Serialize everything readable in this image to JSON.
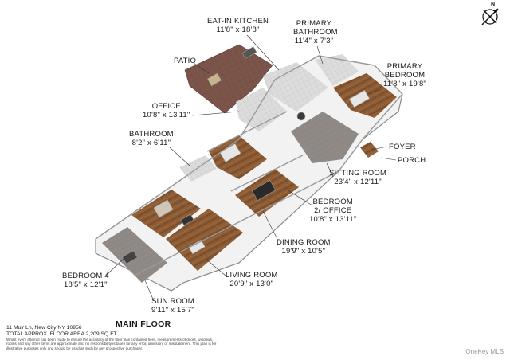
{
  "compass": {
    "north_label": "N"
  },
  "rooms": [
    {
      "name": "EAT-IN KITCHEN",
      "dim": "11'8\" x 18'8\""
    },
    {
      "name": "PRIMARY BATHROOM",
      "dim": "11'4\" x 7'3\""
    },
    {
      "name": "PRIMARY BEDROOM",
      "dim": "11'8\" x 19'8\""
    },
    {
      "name": "PATIO",
      "dim": ""
    },
    {
      "name": "OFFICE",
      "dim": "10'8\" x 13'11\""
    },
    {
      "name": "BATHROOM",
      "dim": "8'2\" x 6'11\""
    },
    {
      "name": "FOYER",
      "dim": ""
    },
    {
      "name": "PORCH",
      "dim": ""
    },
    {
      "name": "SITTING ROOM",
      "dim": "23'4\" x 12'11\""
    },
    {
      "name": "BEDROOM 2/ OFFICE",
      "dim": "10'8\" x 13'11\""
    },
    {
      "name": "DINING ROOM",
      "dim": "19'9\" x 10'5\""
    },
    {
      "name": "LIVING ROOM",
      "dim": "20'9\" x 13'0\""
    },
    {
      "name": "BEDROOM 4",
      "dim": "18'5\" x 12'1\""
    },
    {
      "name": "SUN ROOM",
      "dim": "9'11\" x 15'7\""
    }
  ],
  "footer": {
    "address": "11 Muir Ln, New City NY 10956",
    "area": "TOTAL APPROX. FLOOR AREA 2,209 SQ.FT",
    "disclaimer": "Whilst every attempt has been made to ensure the accuracy of the floor plan contained here, measurements of doors, windows, rooms and any other items are approximate and no responsibility is taken for any error, omission, or misstatement. This plan is for illustrative purposes only and should be used as such by any prospective purchaser."
  },
  "floor_title": "MAIN FLOOR",
  "credit": "OneKey MLS",
  "colors": {
    "wall": "#f4f4f4",
    "wall_edge": "#9a9a9a",
    "wood": "#8a5a34",
    "tile": "#d8d8d8",
    "patio": "#7a5448"
  }
}
